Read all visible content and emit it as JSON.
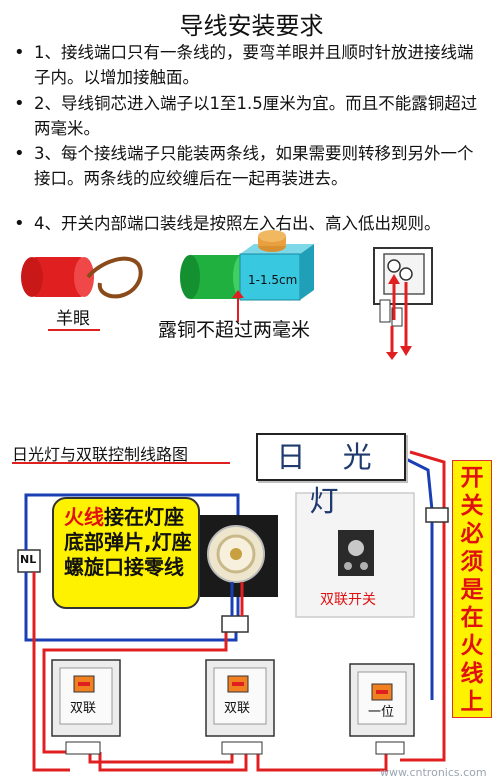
{
  "title": "导线安装要求",
  "rules": [
    "1、接线端口只有一条线的，要弯羊眼并且顺时针放进接线端子内。以增加接触面。",
    "2、导线铜芯进入端子以1至1.5厘米为宜。而且不能露铜超过两毫米。",
    "3、每个接线端子只能装两条线，如果需要则转移到另外一个接口。两条线的应绞缠后在一起再装进去。",
    "4、开关内部端口装线是按照左入右出、高入低出规则。"
  ],
  "illustrations": {
    "eye_label": "羊眼",
    "terminal_size": "1-1.5cm",
    "copper_label": "露铜不超过两毫米"
  },
  "diagram": {
    "heading": "日光灯与双联控制线路图",
    "lamp_label": "日 光 灯",
    "callout_part1": "火线",
    "callout_part2": "接在灯座底部弹片,灯座螺旋口接零线",
    "nl_label": "NL",
    "switch_photo_label": "双联开关",
    "switch1_label": "双联",
    "switch2_label": "双联",
    "switch3_label": "一位",
    "side_note": "开关必须是在火线上",
    "watermark": "www.cntronics.com"
  },
  "colors": {
    "live": "#e02020",
    "neutral": "#1a3fb5",
    "callout_bg": "#fff200",
    "accent_red": "#e01010"
  }
}
